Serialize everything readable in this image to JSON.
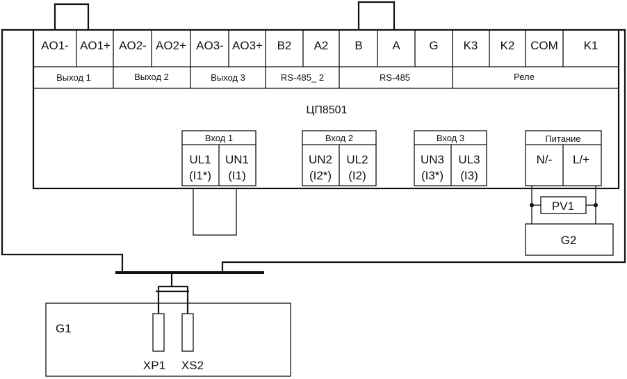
{
  "device": {
    "name": "ЦП8501",
    "terminals": [
      "AO1-",
      "AO1+",
      "AO2-",
      "AO2+",
      "AO3-",
      "AO3+",
      "B2",
      "A2",
      "B",
      "A",
      "G",
      "K3",
      "K2",
      "COM",
      "K1"
    ],
    "groups": [
      "Выход 1",
      "Выход 2",
      "Выход 3",
      "RS-485_ 2",
      "RS-485",
      "Реле"
    ]
  },
  "inputs": [
    {
      "title": "Вход 1",
      "left": {
        "top": "UL1",
        "bottom": "(I1*)"
      },
      "right": {
        "top": "UN1",
        "bottom": "(I1)"
      }
    },
    {
      "title": "Вход 2",
      "left": {
        "top": "UN2",
        "bottom": "(I2*)"
      },
      "right": {
        "top": "UL2",
        "bottom": "(I2)"
      }
    },
    {
      "title": "Вход 3",
      "left": {
        "top": "UN3",
        "bottom": "(I3*)"
      },
      "right": {
        "top": "UL3",
        "bottom": "(I3)"
      }
    }
  ],
  "power": {
    "title": "Питание",
    "left": "N/-",
    "right": "L/+"
  },
  "components": {
    "pv1": "PV1",
    "g2": "G2",
    "g1": "G1",
    "xp1": "XP1",
    "xs2": "XS2"
  }
}
